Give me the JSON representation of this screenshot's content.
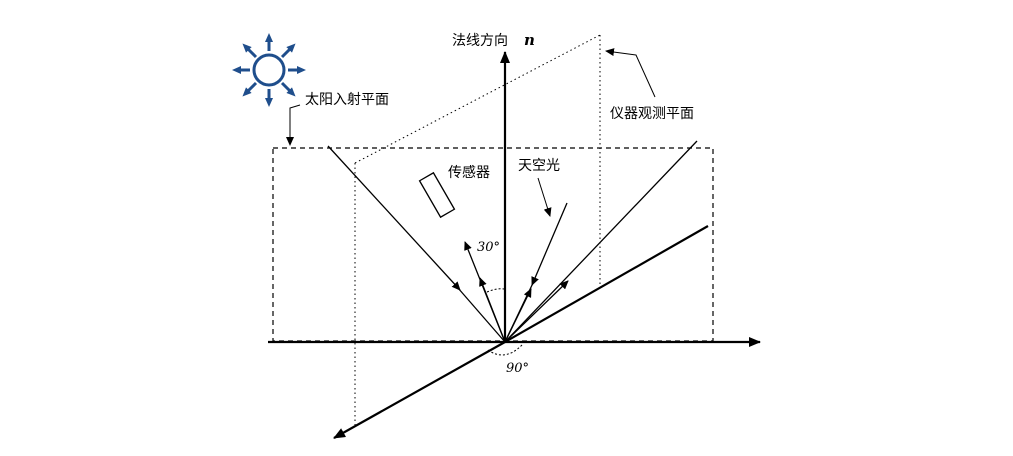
{
  "labels": {
    "normal_direction": "法线方向",
    "normal_symbol": "n",
    "sun_incident_plane": "太阳入射平面",
    "instrument_view_plane": "仪器观测平面",
    "sensor": "传感器",
    "skylight": "天空光",
    "angle_30": "30°",
    "angle_90": "90°"
  },
  "colors": {
    "sun": "#1f4e8c",
    "line": "#000000"
  },
  "icons": {
    "sun": "sun-icon"
  }
}
